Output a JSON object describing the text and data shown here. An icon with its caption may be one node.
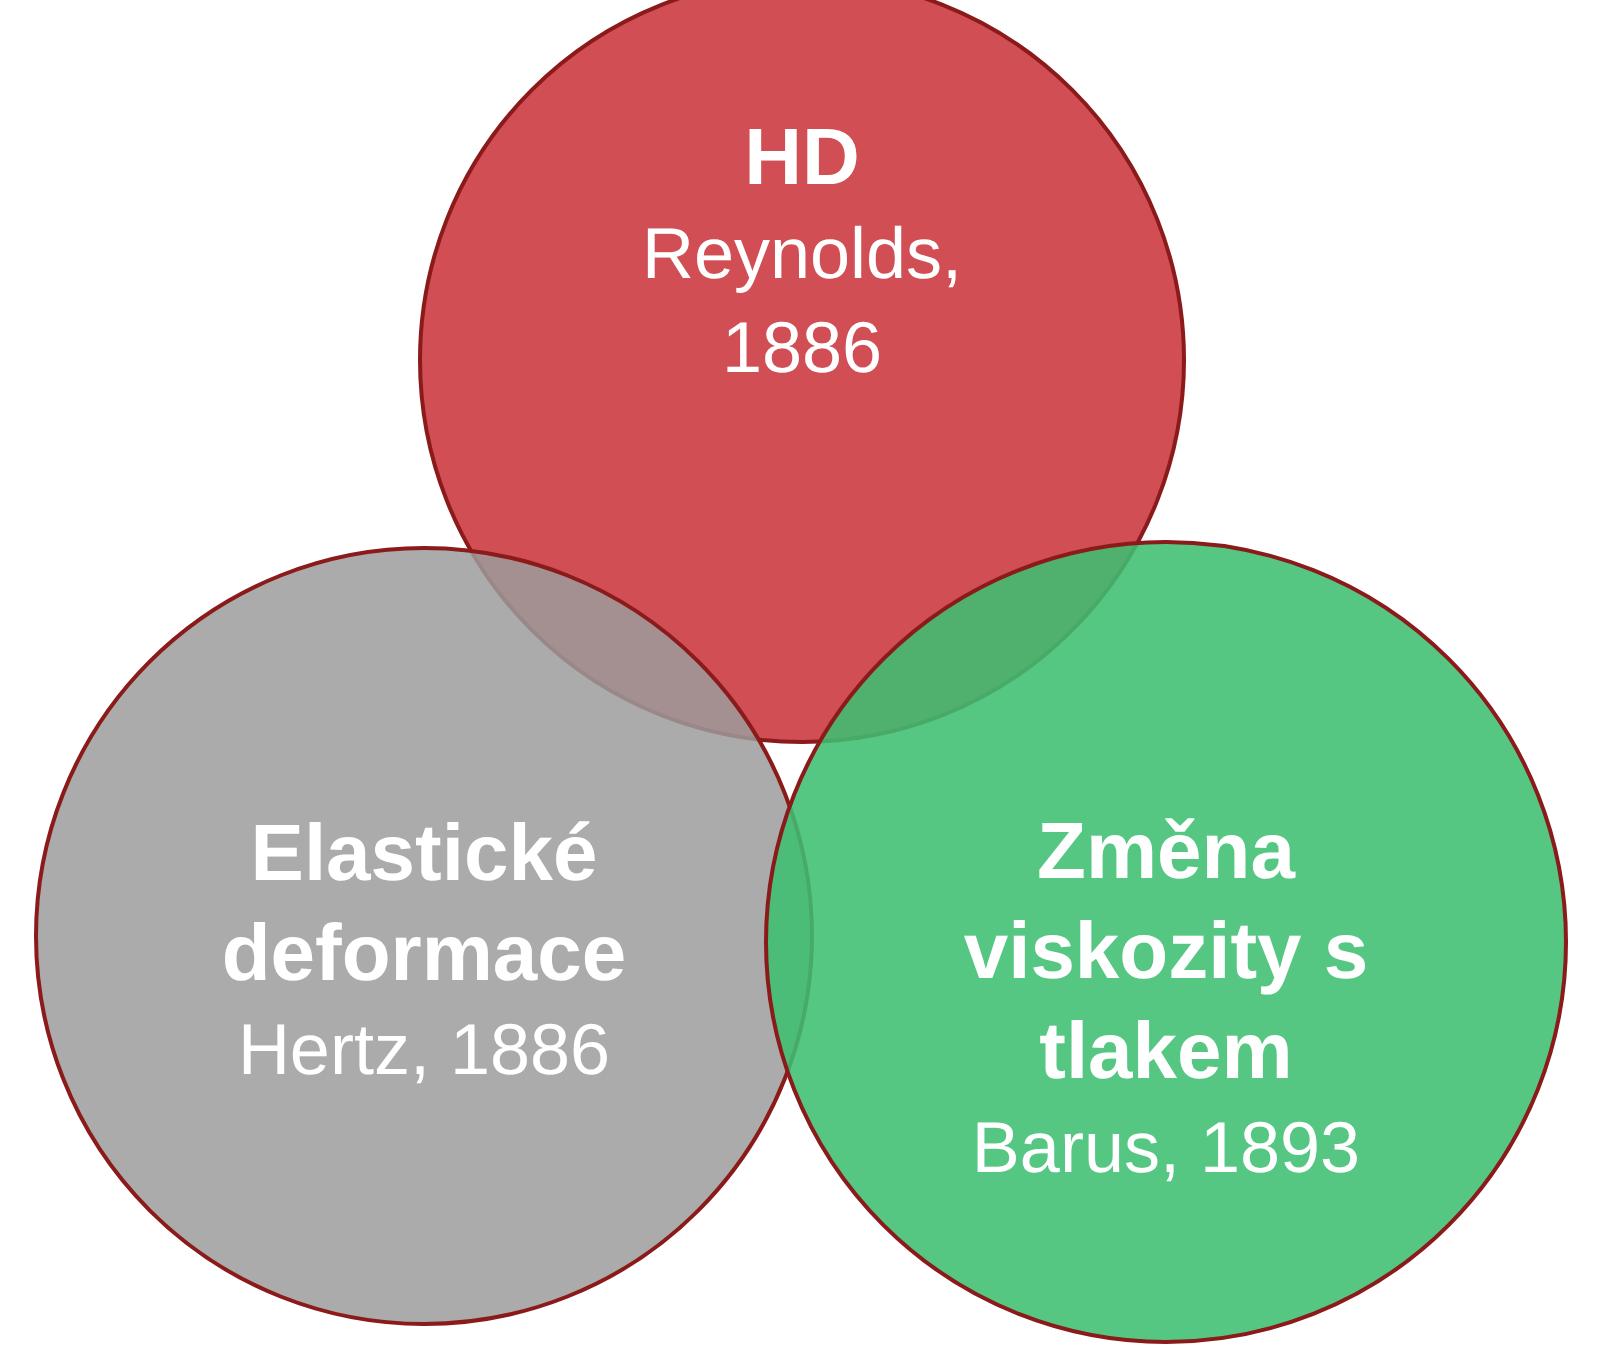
{
  "diagram": {
    "nodes": [
      {
        "text": [
          "HD",
          "Reynolds, 1886"
        ]
      },
      {
        "text": [
          "Elastické deformace",
          "Hertz, 1886"
        ]
      },
      {
        "text": [
          "Změna viskozity s tlakem",
          "Barus, 1893"
        ]
      }
    ]
  }
}
